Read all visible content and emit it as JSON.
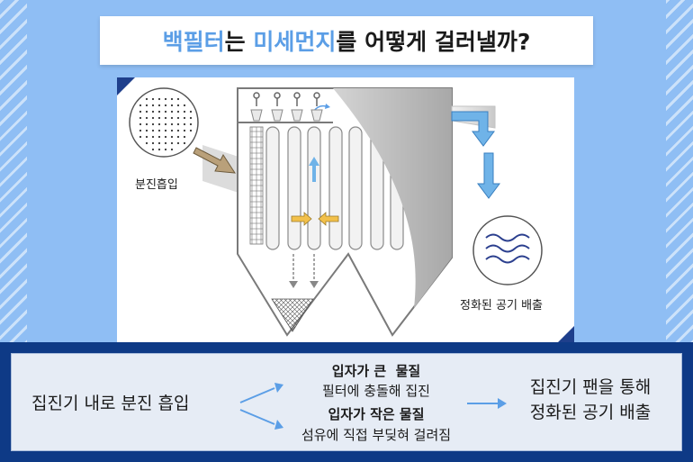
{
  "title": {
    "parts": [
      {
        "text": "백필터",
        "highlight": true
      },
      {
        "text": "는 ",
        "highlight": false
      },
      {
        "text": "미세먼지",
        "highlight": true
      },
      {
        "text": "를 어떻게 걸러낼까?",
        "highlight": false
      }
    ],
    "highlight_color": "#5b9ee6"
  },
  "diagram": {
    "inlet_label": "분진흡입",
    "outlet_label": "정화된 공기 배출"
  },
  "flow": {
    "start": "집진기 내로 분진 흡입",
    "large_heading": "입자가 큰  물질",
    "large_desc": "필터에 충돌해 집진",
    "small_heading": "입자가 작은 물질",
    "small_desc": "섬유에 직접 부딪혀 걸려짐",
    "end_line1": "집진기 팬을 통해",
    "end_line2": "정화된 공기 배출"
  },
  "colors": {
    "background": "#8fbef4",
    "bottom_band": "#0e3a86",
    "arrow_blue": "#5b9ee6",
    "dust_arrow": "#b9a07a",
    "pulse_arrow": "#f2c04a"
  },
  "icons": [
    "dust-particles-icon",
    "clean-air-waves-icon"
  ]
}
